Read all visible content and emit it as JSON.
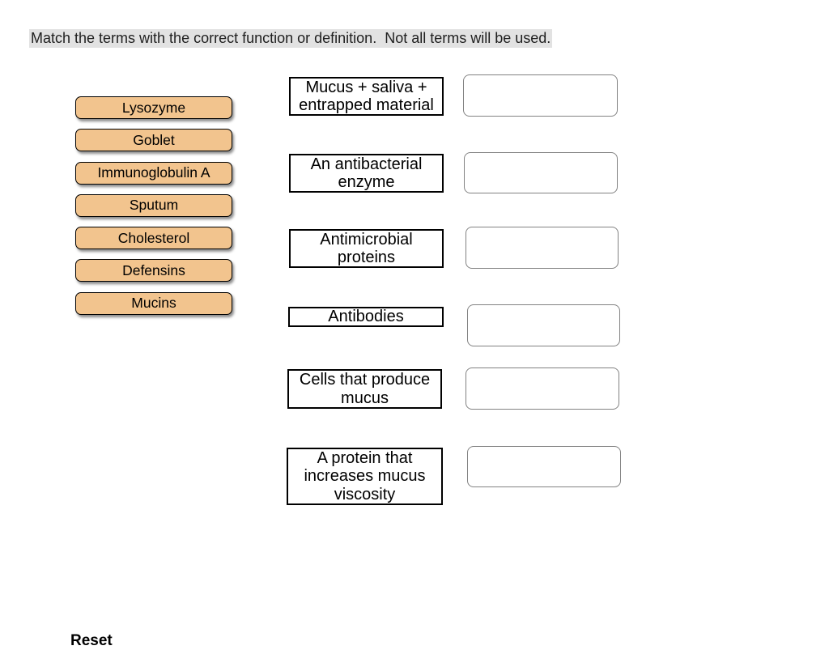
{
  "instruction": "Match the terms with the correct function or definition.  Not all terms will be used.",
  "terms": [
    "Lysozyme",
    "Goblet",
    "Immunoglobulin A",
    "Sputum",
    "Cholesterol",
    "Defensins",
    "Mucins"
  ],
  "definitions": [
    "Mucus + saliva +\nentrapped material",
    "An antibacterial\nenzyme",
    "Antimicrobial\nproteins",
    "Antibodies",
    "Cells that produce\nmucus",
    "A protein that\nincreases mucus\nviscosity"
  ],
  "slots": [
    {
      "value": ""
    },
    {
      "value": ""
    },
    {
      "value": ""
    },
    {
      "value": ""
    },
    {
      "value": ""
    },
    {
      "value": ""
    }
  ],
  "reset_label": "Reset",
  "colors": {
    "term_fill": "#f2c48e",
    "term_border": "#000000",
    "definition_border": "#000000",
    "slot_border": "#828282",
    "instruction_highlight": "#e2e2e2",
    "text": "#000000"
  }
}
